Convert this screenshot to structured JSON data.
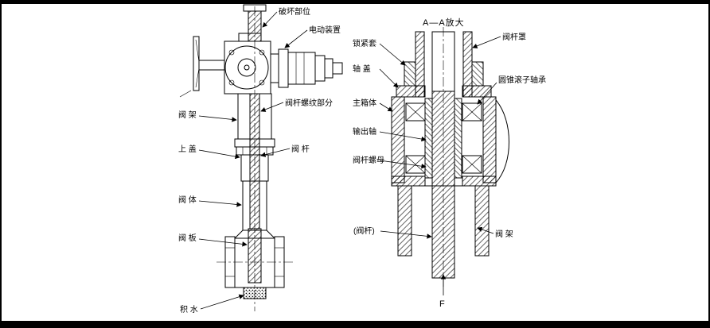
{
  "page": {
    "background_color": "#000000",
    "paper_color": "#ffffff",
    "line_color": "#000000"
  },
  "left_view": {
    "labels": {
      "damage_site": "破坏部位",
      "electric_actuator": "电动装置",
      "stem_thread": "阀杆螺纹部分",
      "yoke": "阀 架",
      "bonnet": "上 盖",
      "stem": "阀 杆",
      "body": "阀 体",
      "disc": "阀 板",
      "water": "积 水"
    }
  },
  "right_view": {
    "title": "A—A放大",
    "labels": {
      "stem_cover": "阀杆罩",
      "lock_sleeve": "锁紧套",
      "shaft_cover": "轴 盖",
      "main_housing": "主箱体",
      "bearing": "圆锥滚子轴承",
      "output_shaft": "输出轴",
      "stem_nut": "阀杆螺母",
      "stem_ref": "(阀杆)",
      "yoke": "阀 架",
      "force_arrow": "F"
    }
  }
}
